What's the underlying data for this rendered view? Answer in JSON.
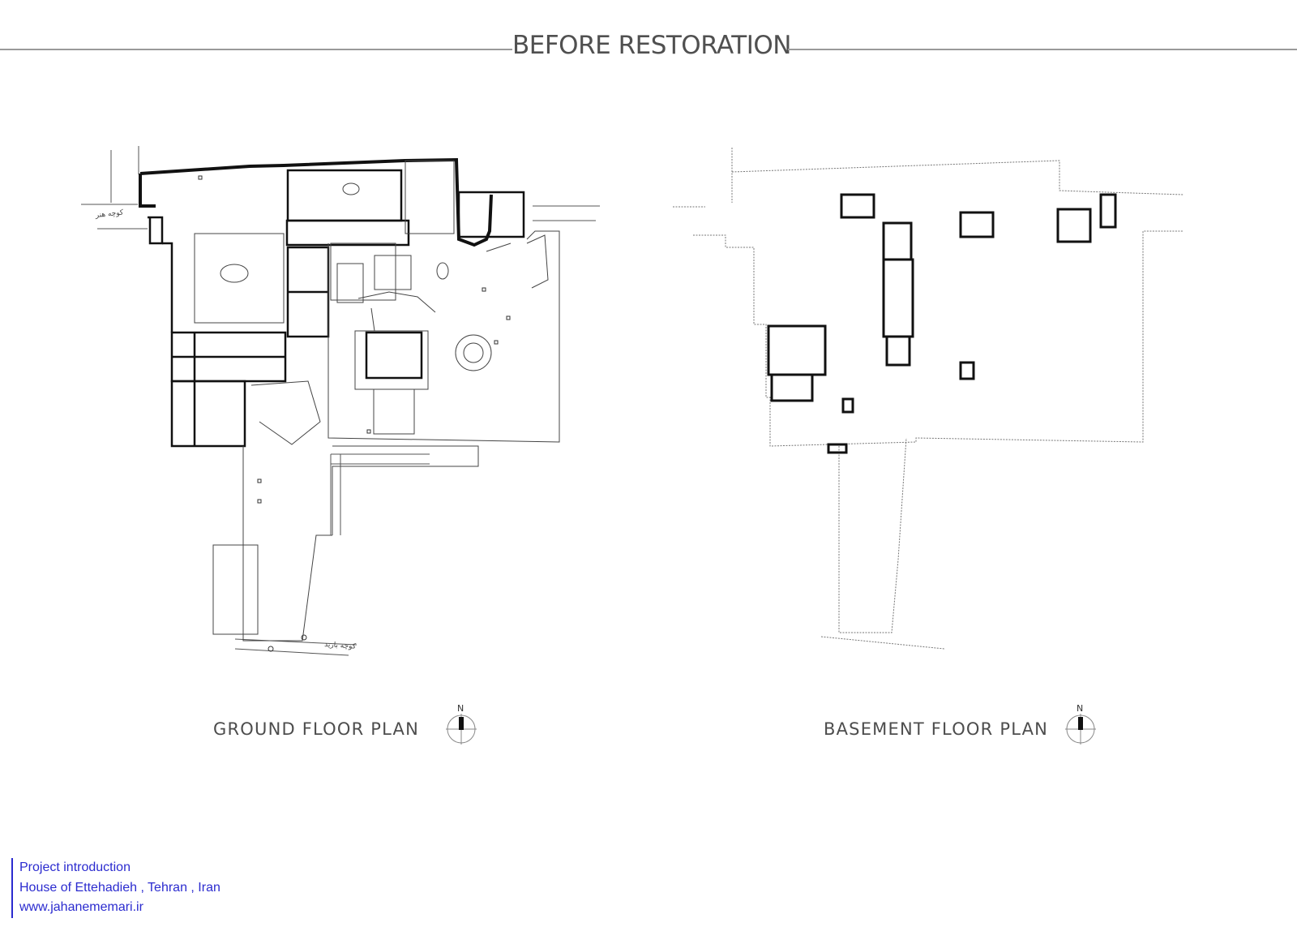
{
  "header": {
    "title": "BEFORE RESTORATION"
  },
  "plans": {
    "ground": {
      "label": "GROUND FLOOR PLAN",
      "street_top": "کوچه هنر",
      "street_bottom": "کوچه بارید"
    },
    "basement": {
      "label": "BASEMENT FLOOR PLAN"
    }
  },
  "north_label": "N",
  "footer": {
    "line1": "Project introduction",
    "line2": "House of Ettehadieh , Tehran , Iran",
    "line3": "www.jahanememari.ir"
  },
  "colors": {
    "rule": "#9a9a9a",
    "footer_text": "#2b2bcf",
    "wall": "#111111"
  }
}
